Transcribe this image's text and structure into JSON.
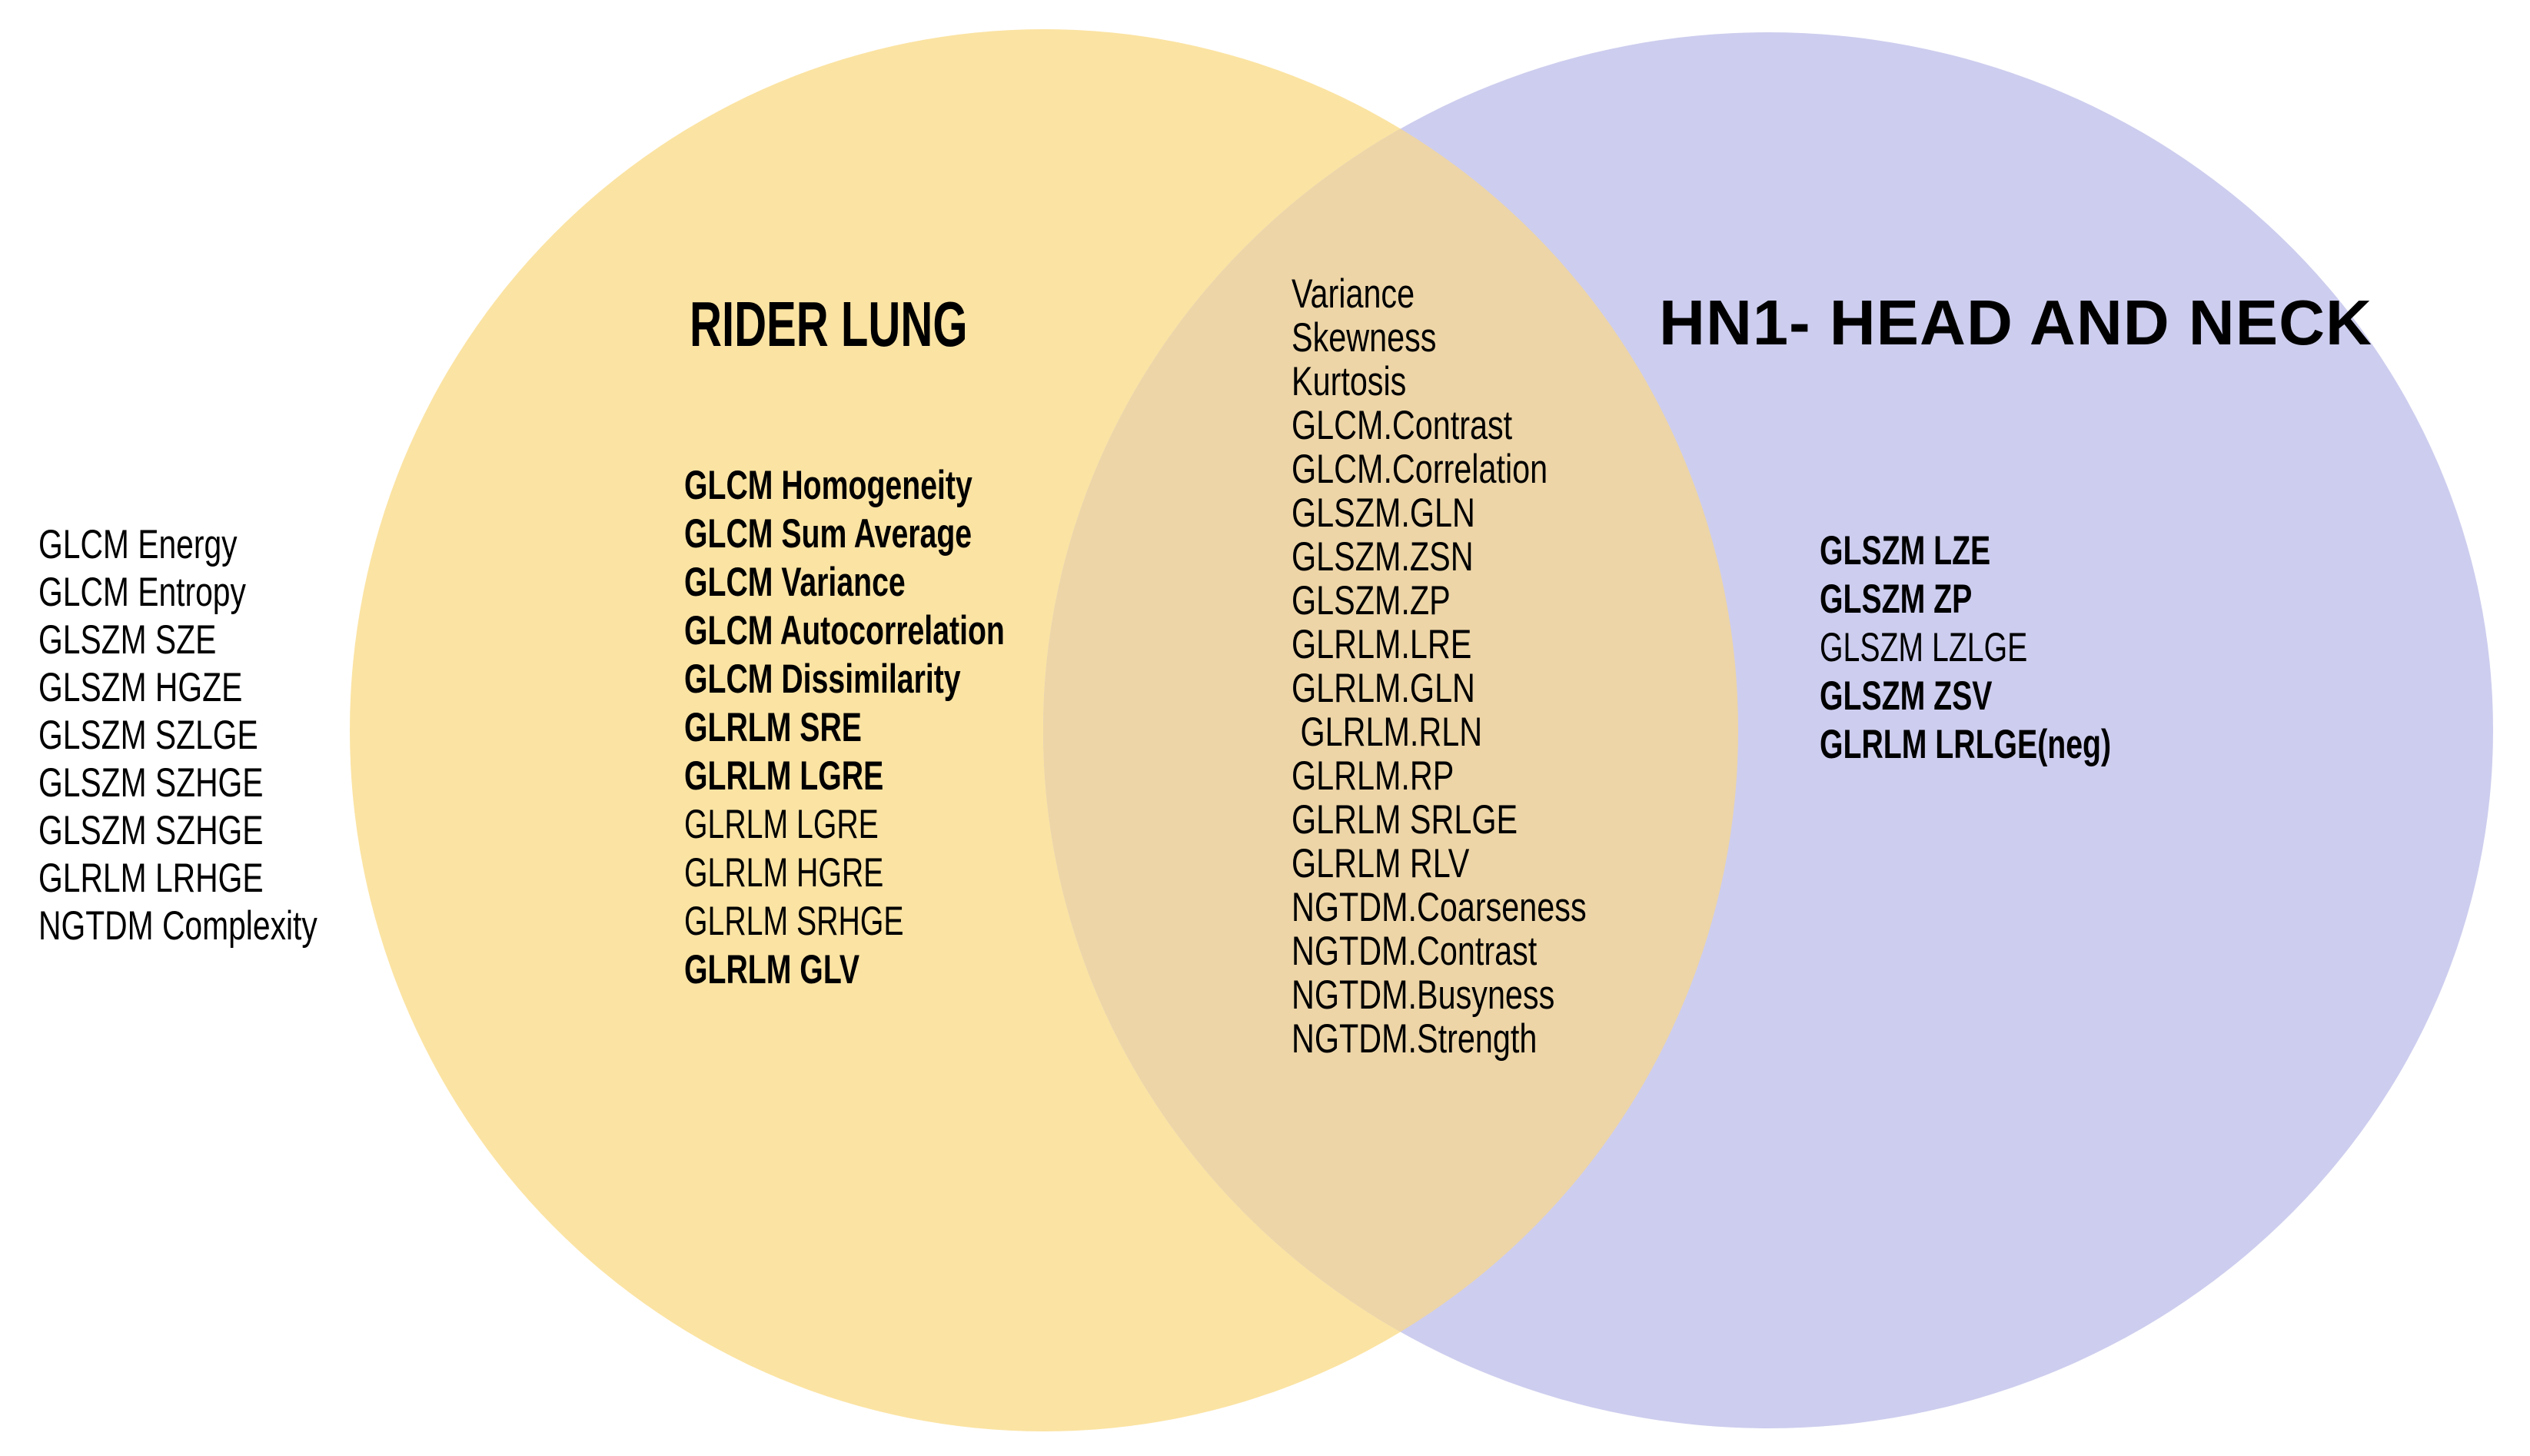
{
  "diagram": {
    "type": "venn",
    "left_circle": {
      "title": "RIDER LUNG",
      "items": [
        {
          "text": "GLCM Homogeneity",
          "bold": true
        },
        {
          "text": "GLCM Sum Average",
          "bold": true
        },
        {
          "text": "GLCM Variance",
          "bold": true
        },
        {
          "text": "GLCM Autocorrelation",
          "bold": true
        },
        {
          "text": "GLCM Dissimilarity",
          "bold": true
        },
        {
          "text": "GLRLM SRE",
          "bold": true
        },
        {
          "text": "GLRLM LGRE",
          "bold": true
        },
        {
          "text": "GLRLM LGRE",
          "bold": false
        },
        {
          "text": "GLRLM HGRE",
          "bold": false
        },
        {
          "text": "GLRLM SRHGE",
          "bold": false
        },
        {
          "text": "GLRLM GLV",
          "bold": true
        }
      ]
    },
    "right_circle": {
      "title": "HN1- HEAD AND NECK",
      "items": [
        {
          "text": "GLSZM LZE",
          "bold": true
        },
        {
          "text": "GLSZM ZP",
          "bold": true
        },
        {
          "text": "GLSZM LZLGE",
          "bold": false
        },
        {
          "text": "GLSZM ZSV",
          "bold": true
        },
        {
          "text": "GLRLM LRLGE(neg)",
          "bold": true
        }
      ]
    },
    "intersection": {
      "items": [
        "Variance",
        "Skewness",
        "Kurtosis",
        "GLCM.Contrast",
        "GLCM.Correlation",
        "GLSZM.GLN",
        "GLSZM.ZSN",
        "GLSZM.ZP",
        "GLRLM.LRE",
        "GLRLM.GLN",
        " GLRLM.RLN",
        "GLRLM.RP",
        "GLRLM SRLGE",
        "GLRLM RLV",
        "NGTDM.Coarseness",
        "NGTDM.Contrast",
        "NGTDM.Busyness",
        "NGTDM.Strength"
      ]
    },
    "outside_left": {
      "items": [
        "GLCM Energy",
        "GLCM Entropy",
        "GLSZM SZE",
        "GLSZM HGZE",
        "GLSZM SZLGE",
        "GLSZM SZHGE",
        "GLSZM SZHGE",
        "GLRLM LRHGE",
        "NGTDM Complexity"
      ]
    },
    "colors": {
      "background": "#FFFFFF",
      "left_fill": "#FBE3A3",
      "right_fill": "#CDCDEF",
      "overlap_fill": "#EDD5A7",
      "text": "#000000"
    }
  }
}
